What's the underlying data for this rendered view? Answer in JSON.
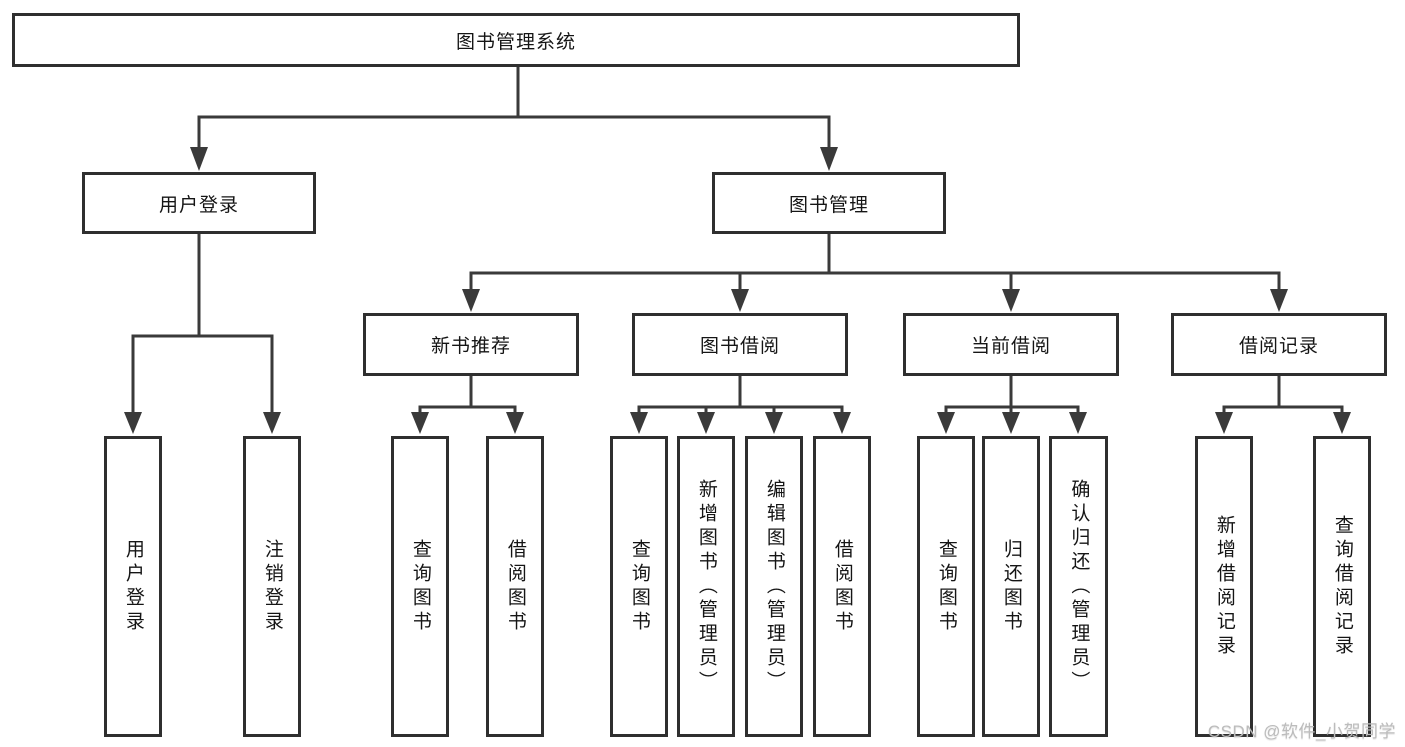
{
  "tree": {
    "root": {
      "label": "图书管理系统"
    },
    "children": [
      {
        "label": "用户登录",
        "children": [
          {
            "label": "用户登录"
          },
          {
            "label": "注销登录"
          }
        ]
      },
      {
        "label": "图书管理",
        "children": [
          {
            "label": "新书推荐",
            "children": [
              {
                "label": "查询图书"
              },
              {
                "label": "借阅图书"
              }
            ]
          },
          {
            "label": "图书借阅",
            "children": [
              {
                "label": "查询图书"
              },
              {
                "label": "新增图书（管理员）"
              },
              {
                "label": "编辑图书（管理员）"
              },
              {
                "label": "借阅图书"
              }
            ]
          },
          {
            "label": "当前借阅",
            "children": [
              {
                "label": "查询图书"
              },
              {
                "label": "归还图书"
              },
              {
                "label": "确认归还（管理员）"
              }
            ]
          },
          {
            "label": "借阅记录",
            "children": [
              {
                "label": "新增借阅记录"
              },
              {
                "label": "查询借阅记录"
              }
            ]
          }
        ]
      }
    ]
  },
  "watermark": {
    "text": "CSDN @软件_小贺同学"
  },
  "colors": {
    "line": "#3a3a3a",
    "box_border": "#2f2f2f",
    "text": "#151515",
    "watermark": "#bcbcbc",
    "background": "#ffffff"
  }
}
